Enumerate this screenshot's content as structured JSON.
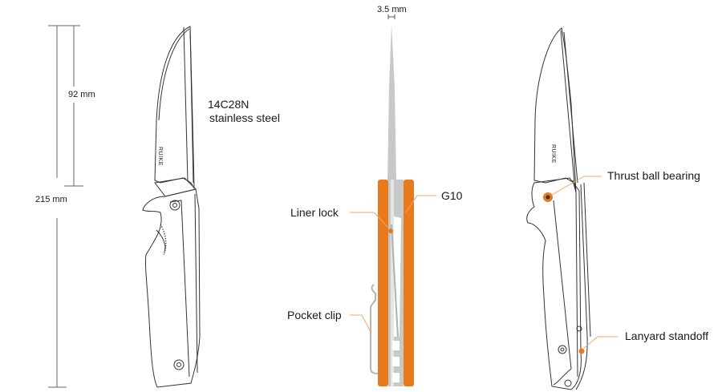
{
  "dimensions": {
    "blade_length": "92 mm",
    "overall_length": "215 mm",
    "blade_thickness": "3.5 mm"
  },
  "material": {
    "line1": "14C28N",
    "line2": "stainless steel"
  },
  "brand_mark": "RUIKE",
  "callouts": {
    "liner_lock": "Liner lock",
    "g10": "G10",
    "pocket_clip": "Pocket clip",
    "thrust_ball_bearing": "Thrust ball bearing",
    "lanyard_standoff": "Lanyard standoff"
  },
  "colors": {
    "accent_orange": "#E87A1E",
    "leader_orange": "#F2A868",
    "steel_gray": "#C8C8C8",
    "line_dark": "#3a3a3a",
    "dim_line": "#666666"
  }
}
